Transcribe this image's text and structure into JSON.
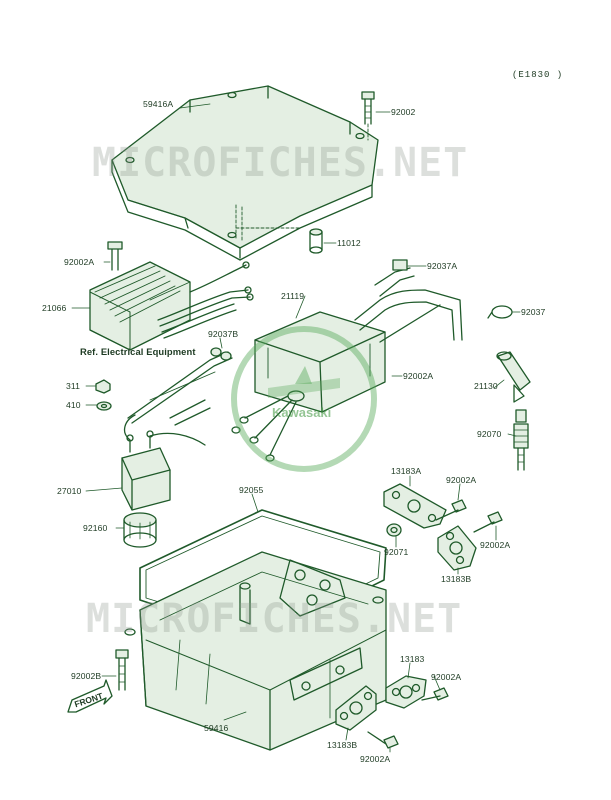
{
  "diagram_code": "(E1830 )",
  "watermark": "MICROFICHES.NET",
  "brand_logo_text": "Kawasaki",
  "front_arrow_text": "FRONT",
  "reference_note": "Ref. Electrical Equipment",
  "colors": {
    "line": "#1f5a2a",
    "label": "#1d3a22",
    "part_fill": "#e4efe3",
    "watermark": "#a6aea6",
    "logo": "#58aa5a"
  },
  "parts": [
    {
      "id": "p59416A",
      "label": "59416A"
    },
    {
      "id": "p92002_top",
      "label": "92002"
    },
    {
      "id": "p11012",
      "label": "11012"
    },
    {
      "id": "p92002A_reg",
      "label": "92002A"
    },
    {
      "id": "p92037A",
      "label": "92037A"
    },
    {
      "id": "p21066",
      "label": "21066"
    },
    {
      "id": "p21119",
      "label": "21119"
    },
    {
      "id": "p92037",
      "label": "92037"
    },
    {
      "id": "p92037B",
      "label": "92037B"
    },
    {
      "id": "p92002A_coil",
      "label": "92002A"
    },
    {
      "id": "p21130",
      "label": "21130"
    },
    {
      "id": "p311",
      "label": "311"
    },
    {
      "id": "p410",
      "label": "410"
    },
    {
      "id": "p92070",
      "label": "92070"
    },
    {
      "id": "p13183A",
      "label": "13183A"
    },
    {
      "id": "p92002A_13183A",
      "label": "92002A"
    },
    {
      "id": "p27010",
      "label": "27010"
    },
    {
      "id": "p92055",
      "label": "92055"
    },
    {
      "id": "p92002A_right",
      "label": "92002A"
    },
    {
      "id": "p92071",
      "label": "92071"
    },
    {
      "id": "p92160",
      "label": "92160"
    },
    {
      "id": "p13183B_upper",
      "label": "13183B"
    },
    {
      "id": "p13183",
      "label": "13183"
    },
    {
      "id": "p92002B",
      "label": "92002B"
    },
    {
      "id": "p92002A_low",
      "label": "92002A"
    },
    {
      "id": "p59416",
      "label": "59416"
    },
    {
      "id": "p13183B_lower",
      "label": "13183B"
    },
    {
      "id": "p92002A_bottom",
      "label": "92002A"
    }
  ]
}
